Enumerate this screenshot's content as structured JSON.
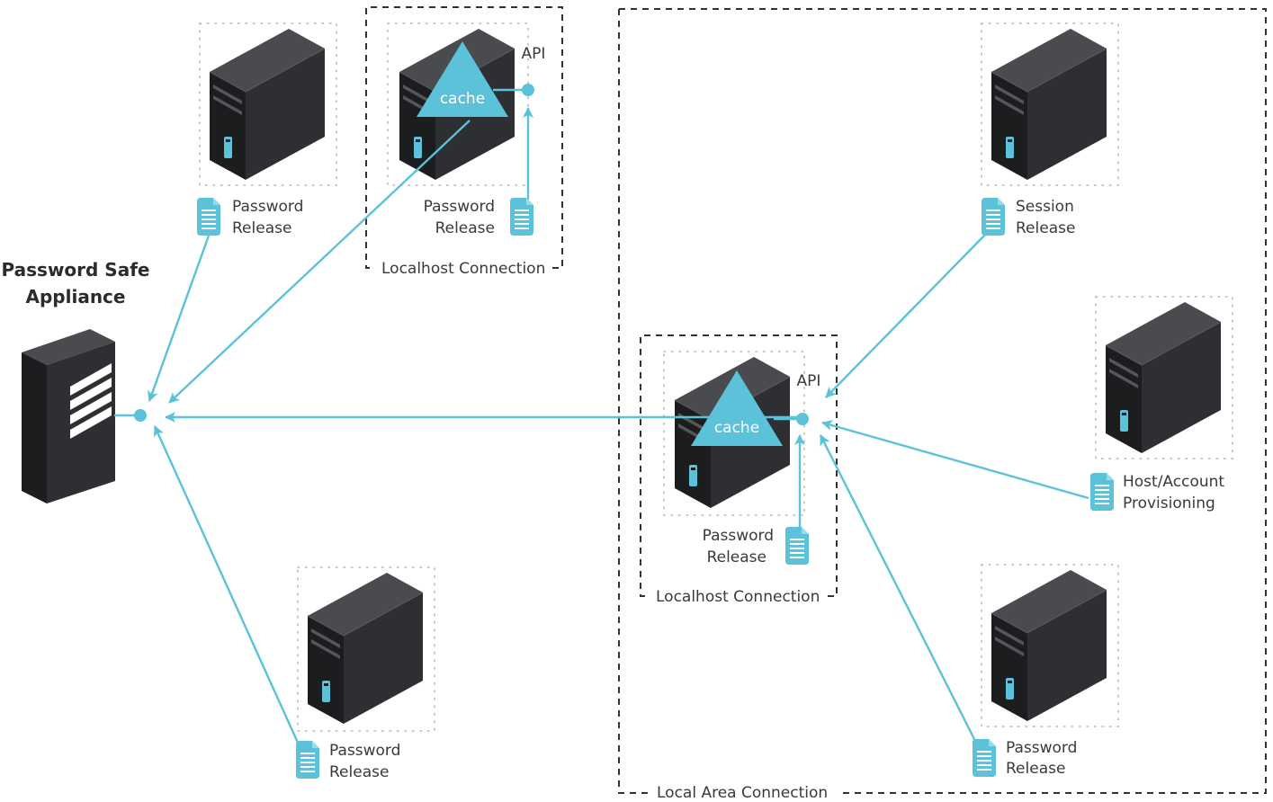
{
  "appliance": {
    "title_line1": "Password Safe",
    "title_line2": "Appliance"
  },
  "groups": {
    "localhost_top": "Localhost Connection",
    "localhost_mid": "Localhost Connection",
    "lan": "Local Area Connection"
  },
  "servers": {
    "top_left": {
      "label_line1": "Password",
      "label_line2": "Release"
    },
    "top_cache": {
      "label_line1": "Password",
      "label_line2": "Release",
      "cache": "cache",
      "api": "API"
    },
    "bottom_left": {
      "label_line1": "Password",
      "label_line2": "Release"
    },
    "mid_cache": {
      "label_line1": "Password",
      "label_line2": "Release",
      "cache": "cache",
      "api": "API"
    },
    "lan_top": {
      "label_line1": "Session",
      "label_line2": "Release"
    },
    "lan_right": {
      "label_line1": "Host/Account",
      "label_line2": "Provisioning"
    },
    "lan_bottom": {
      "label_line1": "Password",
      "label_line2": "Release"
    }
  },
  "colors": {
    "accent": "#5bc2d9",
    "server": "#2b2c2e",
    "dash": "#333333"
  }
}
